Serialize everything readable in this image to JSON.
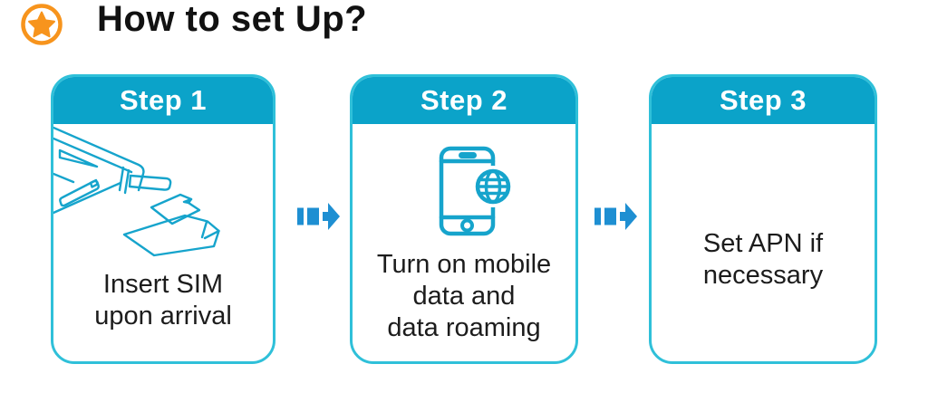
{
  "header": {
    "title": "How to set Up?",
    "icon": "star-badge-icon"
  },
  "colors": {
    "header_cyan": "#0BA3C9",
    "border_cyan": "#2FC0D9",
    "illustration_cyan": "#16A4CC",
    "arrow_blue": "#1E8FD2",
    "star_orange": "#F7941D",
    "title_text": "#111111",
    "caption_text": "#1C1C1C",
    "step_label_text": "#FFFFFF"
  },
  "steps": [
    {
      "label": "Step 1",
      "caption": "Insert SIM\nupon arrival",
      "illustration": "sim-card-insertion"
    },
    {
      "label": "Step 2",
      "caption": "Turn on mobile\ndata and\ndata roaming",
      "illustration": "phone-with-globe"
    },
    {
      "label": "Step 3",
      "caption": "Set APN if\nnecessary",
      "illustration": "none"
    }
  ],
  "connectors": [
    {
      "icon": "step-arrow-icon"
    },
    {
      "icon": "step-arrow-icon"
    }
  ]
}
